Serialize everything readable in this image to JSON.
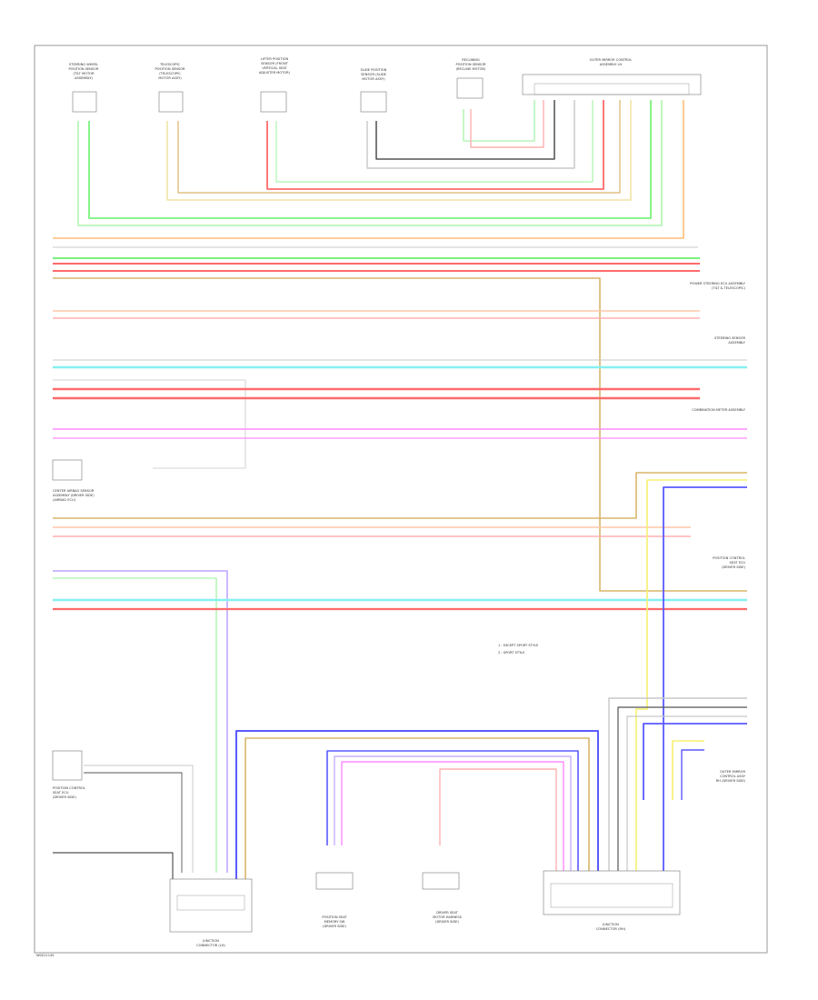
{
  "diagram": {
    "legend": {
      "line1": "1 : EXCEPT SPORT STYLE",
      "line2": "2 : SPORT STYLE"
    },
    "top_components": [
      {
        "id": "c1",
        "label": [
          "STEERING WHEEL",
          "POSITION SENSOR",
          "(TILT MOTOR",
          "ASSEMBLY)"
        ]
      },
      {
        "id": "c2",
        "label": [
          "TELESCOPIC",
          "POSITION SENSOR",
          "(TELESCOPIC",
          "MOTOR ASSY)"
        ]
      },
      {
        "id": "c3",
        "label": [
          "LIFTER POSITION",
          "SENSOR (FRONT",
          "VERTICAL SEAT",
          "ADJUSTER MOTOR)"
        ]
      },
      {
        "id": "c4",
        "label": [
          "SLIDE POSITION",
          "SENSOR (SLIDE",
          "MOTOR ASSY)"
        ]
      },
      {
        "id": "c5",
        "label": [
          "RECLINING",
          "POSITION SENSOR",
          "(RECLINE MOTOR)"
        ]
      },
      {
        "id": "c6",
        "label": [
          "OUTER MIRROR CONTROL",
          "ASSEMBLY LH"
        ]
      }
    ],
    "right_labels": [
      [
        "POWER STEERING ECU ASSEMBLY",
        "(TILT & TELESCOPIC)"
      ],
      [
        "STEERING SENSOR",
        "ASSEMBLY"
      ],
      [
        "COMBINATION METER ASSEMBLY"
      ],
      [
        "POSITION CONTROL",
        "SEAT ECU",
        "(DRIVER SIDE)"
      ],
      [
        "OUTER MIRROR",
        "CONTROL ASSY",
        "RH (DRIVER SIDE)"
      ]
    ],
    "left_labels": [
      [
        "CENTER AIRBAG SENSOR",
        "ASSEMBLY (DRIVER SIDE)",
        "(AIRBAG ECU)"
      ],
      [
        "POSITION CONTROL",
        "SEAT ECU",
        "(DRIVER SIDE)"
      ]
    ],
    "bottom_components": [
      {
        "id": "b1",
        "label": [
          "JUNCTION",
          "CONNECTOR (LH)"
        ]
      },
      {
        "id": "b2",
        "label": [
          "POSITION SEAT",
          "MEMORY SW",
          "(DRIVER SIDE)"
        ]
      },
      {
        "id": "b3",
        "label": [
          "DRIVER SEAT",
          "MOTOR HARNESS",
          "(DRIVER SIDE)"
        ]
      },
      {
        "id": "b4",
        "label": [
          "JUNCTION",
          "CONNECTOR (RH)"
        ]
      }
    ],
    "footer_id": "W0011145"
  }
}
